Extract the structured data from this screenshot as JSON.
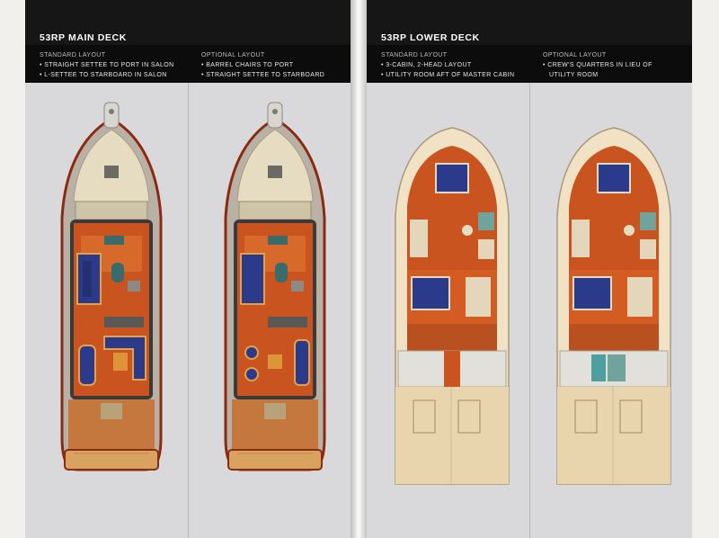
{
  "pages": [
    {
      "title": "53RP MAIN DECK",
      "standard": {
        "heading": "STANDARD LAYOUT",
        "items": [
          "• STRAIGHT SETTEE TO PORT IN SALON",
          "• L-SETTEE TO STARBOARD IN SALON"
        ]
      },
      "optional": {
        "heading": "OPTIONAL LAYOUT",
        "items": [
          "• BARREL CHAIRS TO PORT",
          "• STRAIGHT SETTEE TO STARBOARD"
        ]
      }
    },
    {
      "title": "53RP LOWER DECK",
      "standard": {
        "heading": "STANDARD LAYOUT",
        "items": [
          "• 3-CABIN, 2-HEAD LAYOUT",
          "• UTILITY ROOM AFT OF MASTER CABIN"
        ]
      },
      "optional": {
        "heading": "OPTIONAL LAYOUT",
        "items": [
          "• CREW'S QUARTERS IN LIEU OF",
          "UTILITY ROOM"
        ]
      }
    }
  ],
  "colors": {
    "title_bar": "#161616",
    "info_bar": "#0c0c0c",
    "page_bg": "#d9d9dc",
    "teak_floor": "#c9541f",
    "upholstery": "#2b3a8a",
    "hull_trim": "#8b2a12",
    "cream_deck": "#e6dcc2",
    "swim_deck": "#d9a25f"
  }
}
